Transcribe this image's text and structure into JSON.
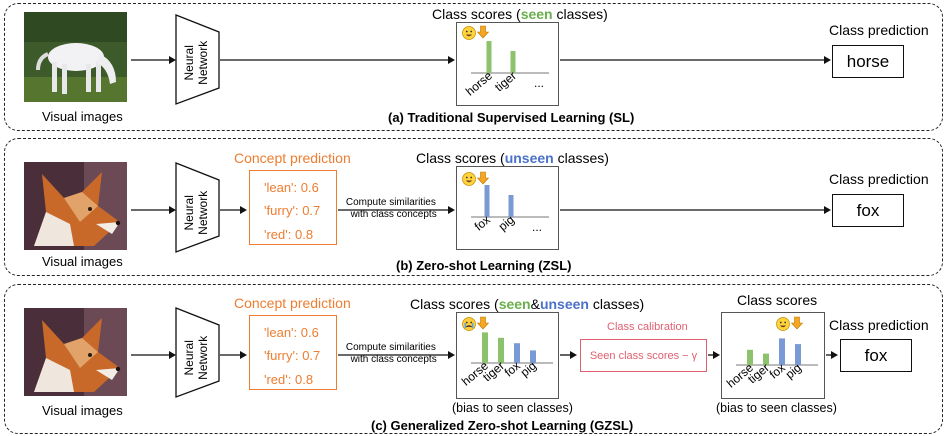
{
  "panels": [
    {
      "caption": "(a) Traditional Supervised Learning (SL)",
      "image_label": "Visual images",
      "nn_label": [
        "Neural",
        "Network"
      ],
      "scores_title_pre": "Class scores (",
      "scores_title_highlight": "seen",
      "scores_title_post": " classes)",
      "score_ticks": [
        "horse",
        "tiger",
        "..."
      ],
      "pred_title": "Class prediction",
      "pred_value": "horse"
    },
    {
      "caption": "(b) Zero-shot Learning (ZSL)",
      "image_label": "Visual images",
      "nn_label": [
        "Neural",
        "Network"
      ],
      "concept_title": "Concept prediction",
      "concepts": [
        "'lean': 0.6",
        "'furry': 0.7",
        "'red': 0.8"
      ],
      "similarity_label": [
        "Compute similarities",
        "with class concepts"
      ],
      "scores_title_pre": "Class scores (",
      "scores_title_highlight": "unseen",
      "scores_title_post": " classes)",
      "score_ticks": [
        "fox",
        "pig",
        "..."
      ],
      "pred_title": "Class prediction",
      "pred_value": "fox"
    },
    {
      "caption": "(c) Generalized Zero-shot Learning (GZSL)",
      "image_label": "Visual images",
      "nn_label": [
        "Neural",
        "Network"
      ],
      "concept_title": "Concept prediction",
      "concepts": [
        "'lean': 0.6",
        "'furry': 0.7",
        "'red': 0.8"
      ],
      "similarity_label": [
        "Compute similarities",
        "with class concepts"
      ],
      "scores_title_pre": "Class scores (",
      "scores_title_seen": "seen",
      "scores_title_amp": "&",
      "scores_title_unseen": "unseen",
      "scores_title_post": " classes)",
      "score_ticks": [
        "horse",
        "tiger",
        "fox",
        "pig"
      ],
      "bias_note": "(bias to seen classes)",
      "calibration_title": "Class calibration",
      "calibration_formula": "Seen class scores − γ",
      "calibrated_title": "Class scores",
      "calibrated_ticks": [
        "horse",
        "tiger",
        "fox",
        "pig"
      ],
      "calibrated_note": "(bias to seen classes)",
      "pred_title": "Class prediction",
      "pred_value": "fox"
    }
  ],
  "chart_data": [
    {
      "type": "bar",
      "categories": [
        "horse",
        "tiger",
        "..."
      ],
      "values": [
        0.8,
        0.55,
        null
      ],
      "colors": [
        "#8cc26b",
        "#8cc26b"
      ]
    },
    {
      "type": "bar",
      "categories": [
        "fox",
        "pig",
        "..."
      ],
      "values": [
        0.8,
        0.55,
        null
      ],
      "colors": [
        "#7a9ad6",
        "#7a9ad6"
      ]
    },
    {
      "type": "bar",
      "categories": [
        "horse",
        "tiger",
        "fox",
        "pig"
      ],
      "values": [
        0.85,
        0.7,
        0.55,
        0.35
      ],
      "colors": [
        "#8cc26b",
        "#8cc26b",
        "#7a9ad6",
        "#7a9ad6"
      ]
    },
    {
      "type": "bar",
      "categories": [
        "horse",
        "tiger",
        "fox",
        "pig"
      ],
      "values": [
        0.4,
        0.3,
        0.7,
        0.55
      ],
      "colors": [
        "#8cc26b",
        "#8cc26b",
        "#7a9ad6",
        "#7a9ad6"
      ]
    }
  ],
  "colors": {
    "seen": "#6ab04c",
    "unseen": "#4a72c8",
    "concept": "#ed7d31",
    "calibration": "#e06070"
  },
  "icons": [
    "horse-photo",
    "fox-photo",
    "neural-network-trapezoid",
    "smiley-emoji",
    "crying-emoji",
    "down-arrow-icon"
  ]
}
